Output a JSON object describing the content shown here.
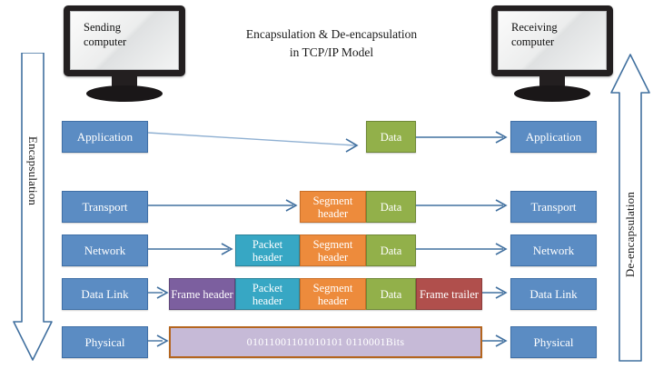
{
  "title": {
    "line1": "Encapsulation & De-encapsulation",
    "line2": "in TCP/IP Model"
  },
  "endpoints": {
    "sending": {
      "line1": "Sending",
      "line2": "computer"
    },
    "receiving": {
      "line1": "Receiving",
      "line2": "computer"
    }
  },
  "side_arrows": {
    "left": {
      "label": "Encapsulation",
      "direction": "down"
    },
    "right": {
      "label": "De-encapsulation",
      "direction": "up"
    }
  },
  "layers": {
    "left": [
      "Application",
      "Transport",
      "Network",
      "Data Link",
      "Physical"
    ],
    "right": [
      "Application",
      "Transport",
      "Network",
      "Data Link",
      "Physical"
    ]
  },
  "pdu_labels": {
    "frame_header": "Frame header",
    "packet_header": "Packet header",
    "segment_header": "Segment header",
    "data": "Data",
    "frame_trailer": "Frame trailer",
    "bits": "01011001101010101 0110001Bits"
  },
  "pdu_rows": [
    {
      "layer": "Application",
      "cells": [
        "Data"
      ]
    },
    {
      "layer": "Transport",
      "cells": [
        "Segment header",
        "Data"
      ]
    },
    {
      "layer": "Network",
      "cells": [
        "Packet header",
        "Segment header",
        "Data"
      ]
    },
    {
      "layer": "Data Link",
      "cells": [
        "Frame header",
        "Packet header",
        "Segment header",
        "Data",
        "Frame trailer"
      ]
    },
    {
      "layer": "Physical",
      "cells": [
        "01011001101010101 0110001Bits"
      ]
    }
  ],
  "colors": {
    "layer_box": "#5b8cc3",
    "frame_header": "#7c5f9f",
    "packet_header": "#37a7c4",
    "segment_header": "#ed8b3c",
    "data": "#92b04a",
    "frame_trailer": "#b04f4c",
    "bits_fill": "#c6bad7",
    "bits_border": "#b4651e",
    "arrow": "#41709f"
  }
}
